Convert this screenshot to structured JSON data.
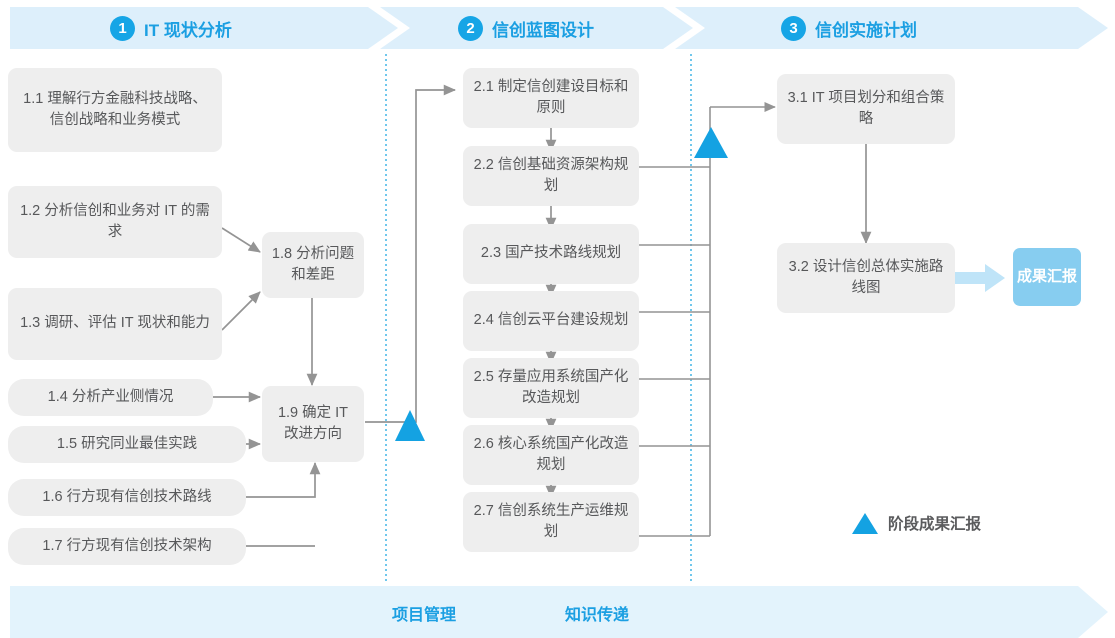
{
  "header": {
    "phases": [
      {
        "number": "1",
        "title": "IT 现状分析"
      },
      {
        "number": "2",
        "title": "信创蓝图设计"
      },
      {
        "number": "3",
        "title": "信创实施计划"
      }
    ]
  },
  "phase1": {
    "nodes": [
      {
        "id": "1.1",
        "text": "1.1 理解行方金融科技战略、信创战略和业务模式"
      },
      {
        "id": "1.2",
        "text": "1.2 分析信创和业务对 IT 的需求"
      },
      {
        "id": "1.3",
        "text": "1.3 调研、评估 IT 现状和能力"
      },
      {
        "id": "1.4",
        "text": "1.4 分析产业侧情况"
      },
      {
        "id": "1.5",
        "text": "1.5 研究同业最佳实践"
      },
      {
        "id": "1.6",
        "text": "1.6 行方现有信创技术路线"
      },
      {
        "id": "1.7",
        "text": "1.7 行方现有信创技术架构"
      },
      {
        "id": "1.8",
        "text": "1.8 分析问题和差距"
      },
      {
        "id": "1.9",
        "text": "1.9 确定 IT 改进方向"
      }
    ]
  },
  "phase2": {
    "nodes": [
      {
        "id": "2.1",
        "text": "2.1 制定信创建设目标和原则"
      },
      {
        "id": "2.2",
        "text": "2.2 信创基础资源架构规划"
      },
      {
        "id": "2.3",
        "text": "2.3 国产技术路线规划"
      },
      {
        "id": "2.4",
        "text": "2.4 信创云平台建设规划"
      },
      {
        "id": "2.5",
        "text": "2.5 存量应用系统国产化改造规划"
      },
      {
        "id": "2.6",
        "text": "2.6 核心系统国产化改造规划"
      },
      {
        "id": "2.7",
        "text": "2.7 信创系统生产运维规划"
      }
    ]
  },
  "phase3": {
    "nodes": [
      {
        "id": "3.1",
        "text": "3.1 IT 项目划分和组合策略"
      },
      {
        "id": "3.2",
        "text": "3.2 设计信创总体实施路线图"
      }
    ],
    "deliverable": "成果汇报"
  },
  "legend": {
    "milestone_label": "阶段成果汇报",
    "milestone_icon": "triangle-up-icon"
  },
  "bottom_bar": {
    "labels": [
      "项目管理",
      "知识传递"
    ]
  },
  "colors": {
    "accent": "#1b9fe2",
    "badge": "#16a5e6",
    "band": "#ddeffb",
    "bottom_band": "#e3f3fc",
    "node_bg": "#eeeeee",
    "node_text": "#57585a",
    "deliverable_bg": "#87cdf0",
    "connector": "#949494",
    "milestone": "#14a2e2",
    "divider_dotted": "#4cb9e8"
  }
}
